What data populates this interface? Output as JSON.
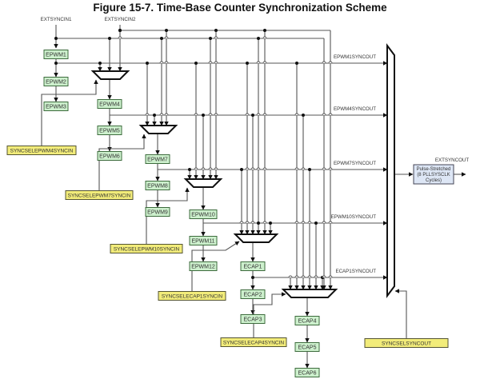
{
  "title": "Figure 15-7. Time-Base Counter Synchronization Scheme",
  "inputs": {
    "extsyncin1": "EXTSYNCIN1",
    "extsyncin2": "EXTSYNCIN2"
  },
  "blocks": {
    "epwm1": "EPWM1",
    "epwm2": "EPWM2",
    "epwm3": "EPWM3",
    "epwm4": "EPWM4",
    "epwm5": "EPWM5",
    "epwm6": "EPWM6",
    "epwm7": "EPWM7",
    "epwm8": "EPWM8",
    "epwm9": "EPWM9",
    "epwm10": "EPWM10",
    "epwm11": "EPWM11",
    "epwm12": "EPWM12",
    "ecap1": "ECAP1",
    "ecap2": "ECAP2",
    "ecap3": "ECAP3",
    "ecap4": "ECAP4",
    "ecap5": "ECAP5",
    "ecap6": "ECAP6"
  },
  "selects": {
    "epwm4": "SYNCSELEPWM4SYNCIN",
    "epwm7": "SYNCSELEPWM7SYNCIN",
    "epwm10": "SYNCSELEPWM10SYNCIN",
    "ecap1": "SYNCSELECAP1SYNCIN",
    "ecap4": "SYNCSELECAP4SYNCIN",
    "syncout": "SYNCSELSYNCOUT"
  },
  "signals": {
    "epwm1syncout": "EPWM1SYNCOUT",
    "epwm4syncout": "EPWM4SYNCOUT",
    "epwm7syncout": "EPWM7SYNCOUT",
    "epwm10syncout": "EPWM10SYNCOUT",
    "ecap1syncout": "ECAP1SYNCOUT",
    "extsyncout": "EXTSYNCOUT"
  },
  "pulse_stretch": {
    "line1": "Pulse-Stretched",
    "line2": "(8 PLLSYSCLK",
    "line3": "Cycles)"
  },
  "colors": {
    "block_fill": "#cdf0cd",
    "block_stroke": "#3d6b3d",
    "select_fill": "#f2ec7a",
    "select_stroke": "#555533",
    "pulse_fill": "#dde6f5",
    "wire": "#555555"
  }
}
